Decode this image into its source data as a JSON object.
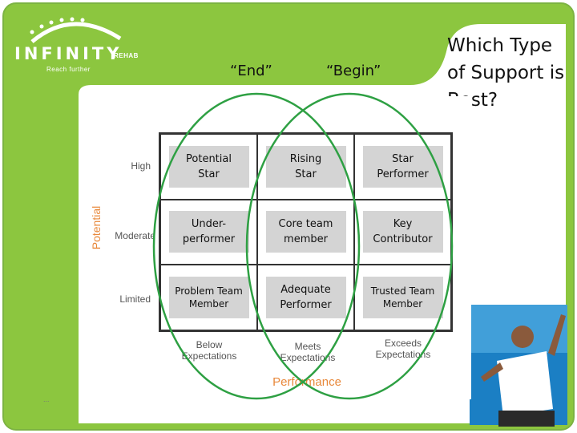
{
  "logo": {
    "word": "INFINITY",
    "sub": "REHAB",
    "tagline": "Reach further"
  },
  "slide_title": "Which Type of Support is Best?",
  "circle_labels": {
    "end": "“End”",
    "begin": "“Begin”"
  },
  "grid": {
    "y_axis_title": "Potential",
    "x_axis_title": "Performance",
    "row_labels": [
      "High",
      "Moderate",
      "Limited"
    ],
    "col_labels": [
      "Below\nExpectations",
      "Meets\nExpectations",
      "Exceeds\nExpectations"
    ],
    "cells": [
      [
        "Potential\nStar",
        "Rising\nStar",
        "Star\nPerformer"
      ],
      [
        "Under-\nperformer",
        "Core team\nmember",
        "Key\nContributor"
      ],
      [
        "Problem Team\nMember",
        "Adequate\nPerformer",
        "Trusted Team\nMember"
      ]
    ]
  },
  "watermark": "...",
  "colors": {
    "frame_green": "#8cc63f",
    "circle_green": "#2ea043",
    "axis_orange": "#e8883a",
    "cell_gray": "#d4d4d4",
    "sky_blue": "#1b7fc4"
  }
}
